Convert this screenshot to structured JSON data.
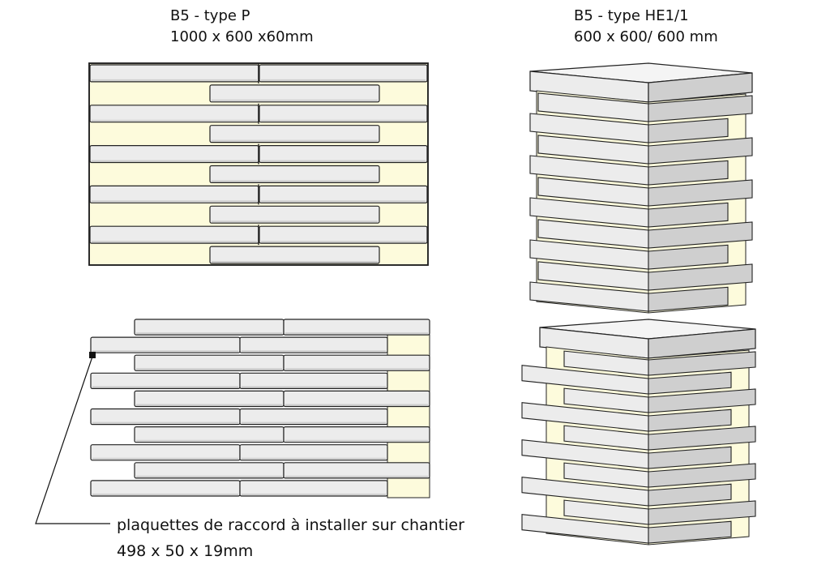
{
  "left_title": {
    "line1": "B5 - type P",
    "line2": "1000 x 600 x60mm"
  },
  "right_title": {
    "line1": "B5 - type HE1/1",
    "line2": "600 x 600/ 600 mm"
  },
  "callout": {
    "line1": "plaquettes de raccord à installer sur chantier",
    "line2": "498 x 50 x 19mm"
  },
  "colors": {
    "stone": "#ececec",
    "stone_dark": "#cfcfcf",
    "stone_side": "#bdbdbd",
    "insulation": "#fdfbdc",
    "edge": "#222222"
  }
}
